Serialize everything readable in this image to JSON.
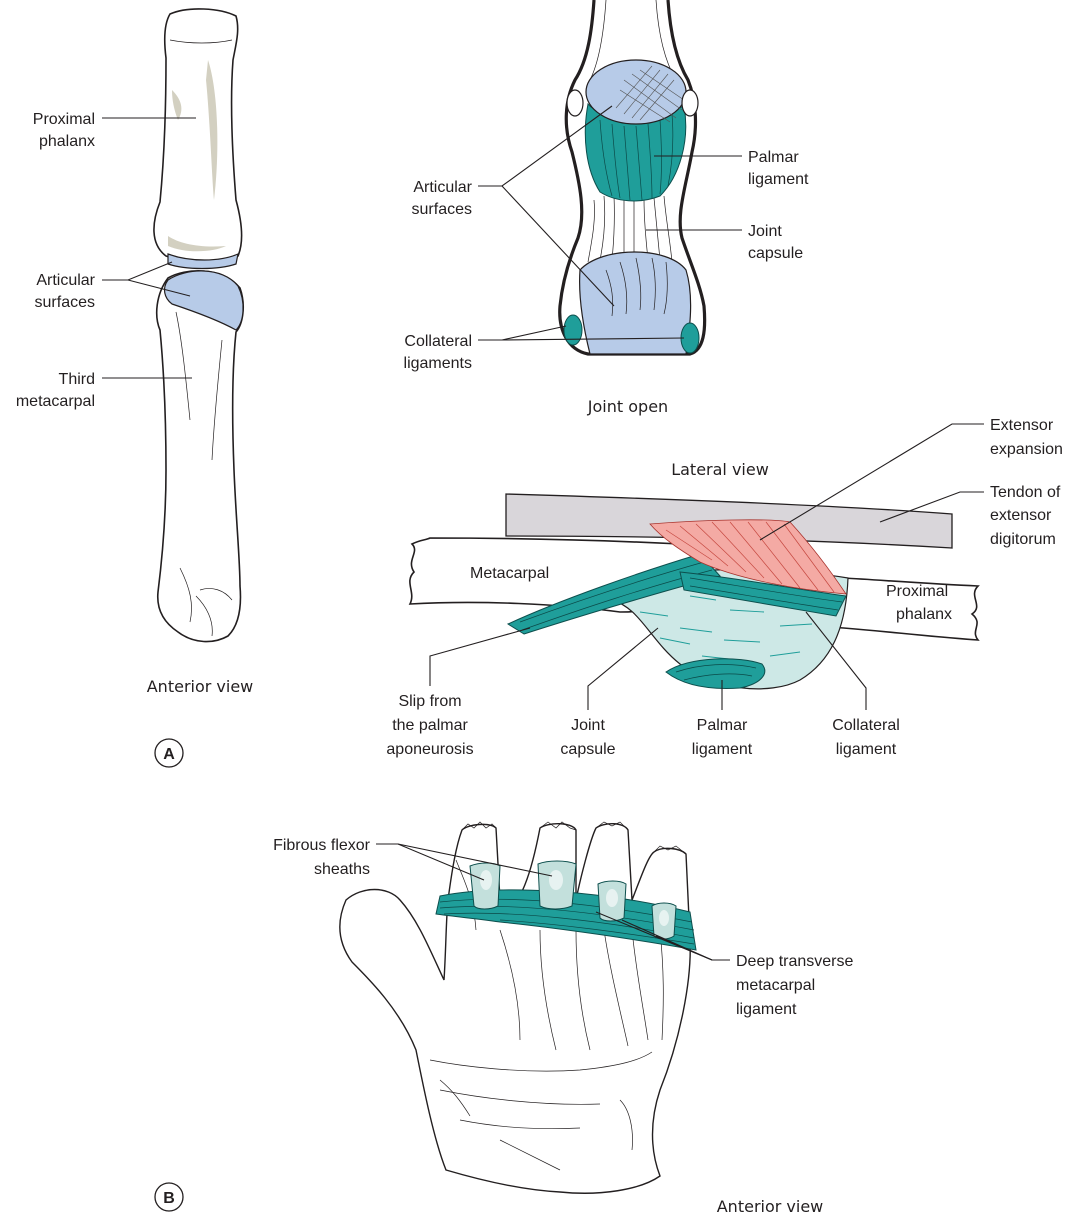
{
  "panel_a": {
    "badge": "A",
    "anterior_caption": "Anterior view",
    "labels": {
      "proximal_phalanx_1": "Proximal",
      "proximal_phalanx_2": "phalanx",
      "articular_surfaces_1": "Articular",
      "articular_surfaces_2": "surfaces",
      "third_metacarpal_1": "Third",
      "third_metacarpal_2": "metacarpal"
    },
    "joint_open": {
      "caption": "Joint open",
      "articular_surfaces_1": "Articular",
      "articular_surfaces_2": "surfaces",
      "palmar_ligament_1": "Palmar",
      "palmar_ligament_2": "ligament",
      "joint_capsule_1": "Joint",
      "joint_capsule_2": "capsule",
      "collateral_ligaments_1": "Collateral",
      "collateral_ligaments_2": "ligaments"
    },
    "lateral": {
      "caption": "Lateral view",
      "extensor_expansion_1": "Extensor",
      "extensor_expansion_2": "expansion",
      "tendon_1": "Tendon of",
      "tendon_2": "extensor",
      "tendon_3": "digitorum",
      "metacarpal": "Metacarpal",
      "proximal_phalanx_1": "Proximal",
      "proximal_phalanx_2": "phalanx",
      "slip_1": "Slip from",
      "slip_2": "the palmar",
      "slip_3": "aponeurosis",
      "joint_capsule_1": "Joint",
      "joint_capsule_2": "capsule",
      "palmar_ligament_1": "Palmar",
      "palmar_ligament_2": "ligament",
      "collateral_ligament_1": "Collateral",
      "collateral_ligament_2": "ligament"
    }
  },
  "panel_b": {
    "badge": "B",
    "anterior_caption": "Anterior view",
    "fibrous_1": "Fibrous flexor",
    "fibrous_2": "sheaths",
    "deep_1": "Deep transverse",
    "deep_2": "metacarpal",
    "deep_3": "ligament"
  },
  "colors": {
    "articular": "#b7cbe8",
    "ligament": "#1f9e9a",
    "capsule": "#cde8e6",
    "extensor_expansion": "#f4aaa4",
    "tendon": "#d9d6da",
    "bone_shading": "#d3d0c1"
  }
}
